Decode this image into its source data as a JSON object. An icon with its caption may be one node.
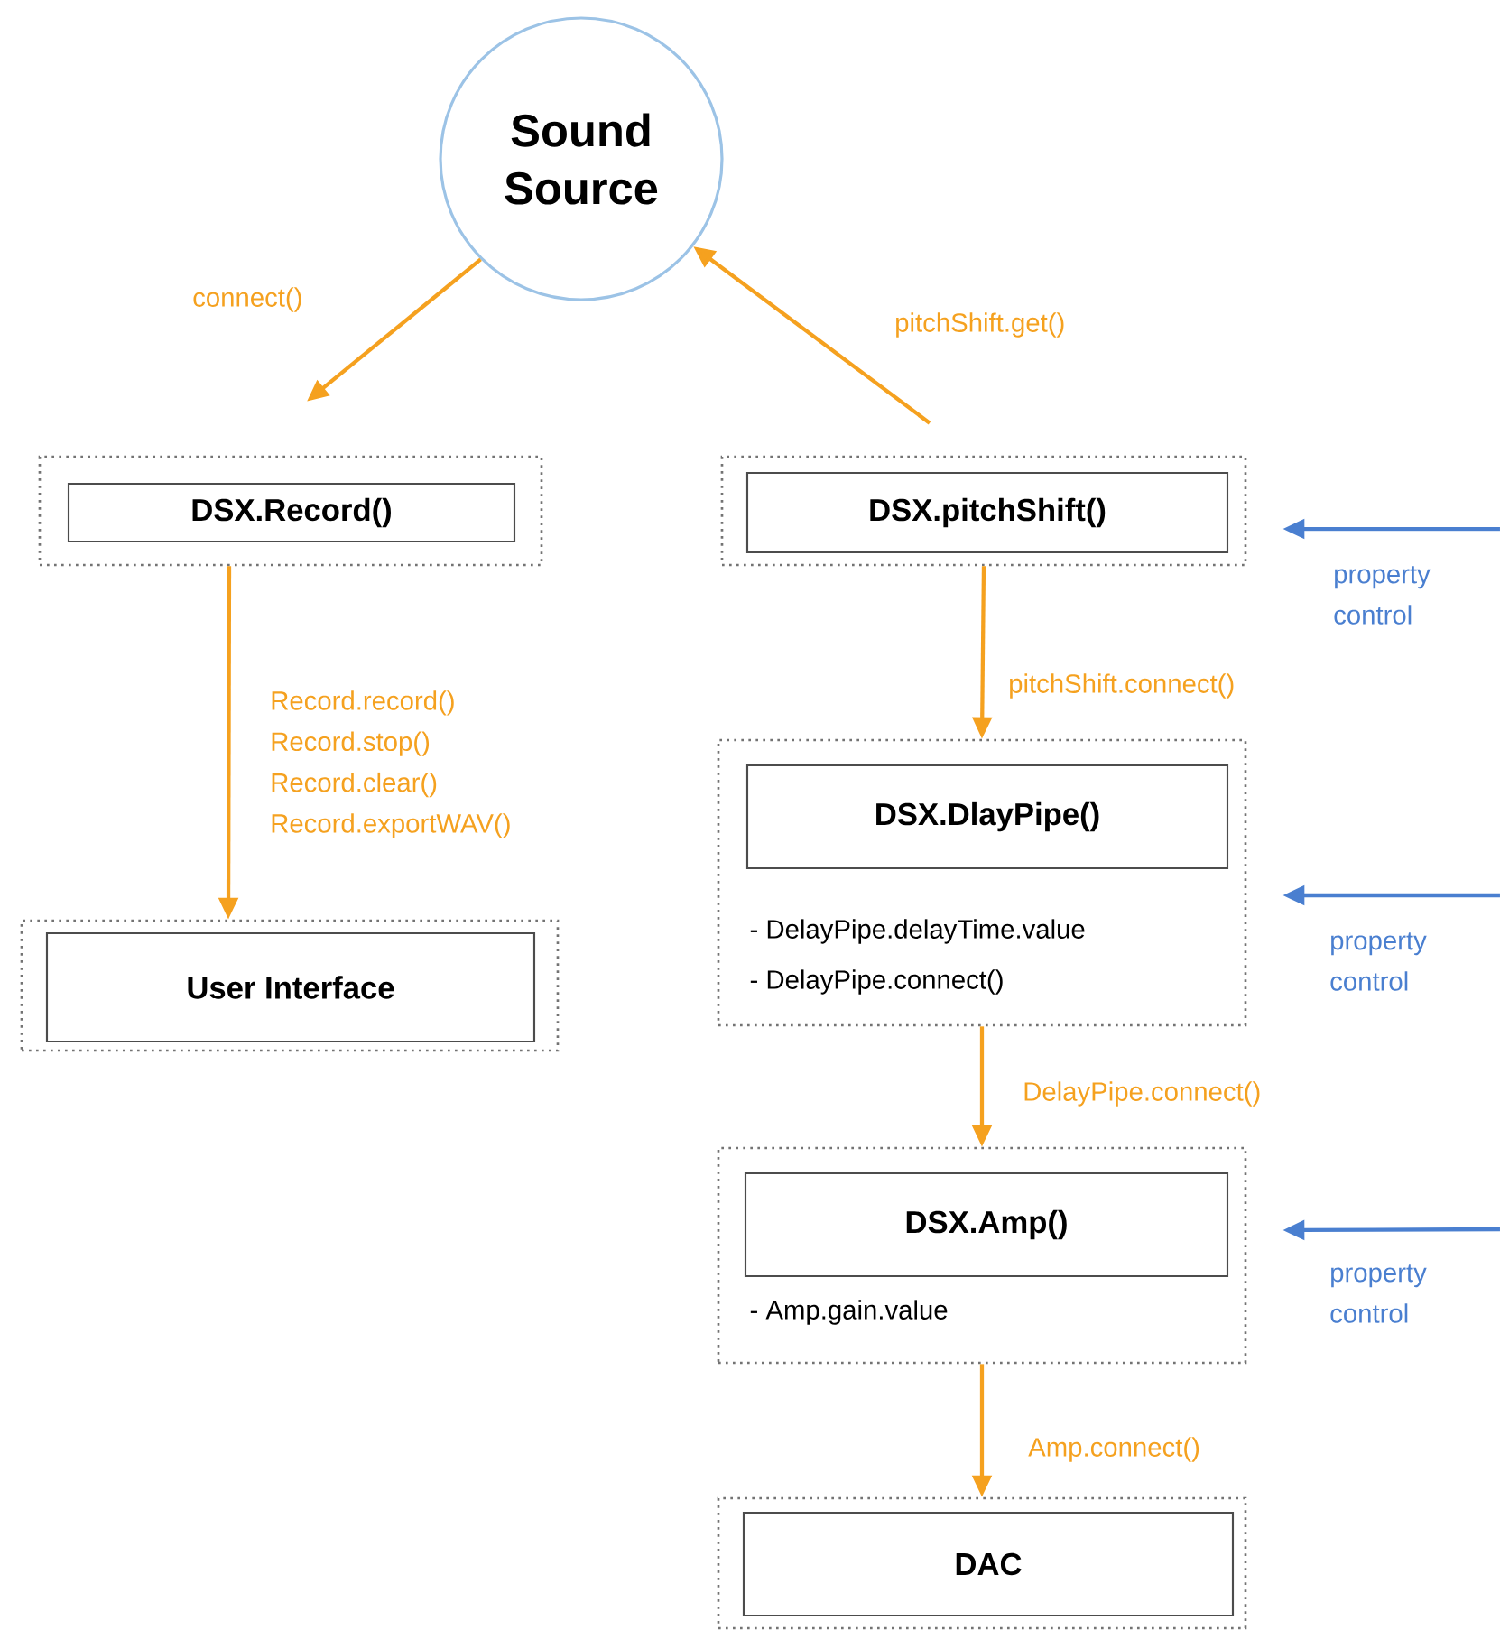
{
  "diagram": {
    "nodes": [
      {
        "text": [
          "Sound Source"
        ]
      },
      {
        "text": [],
        "shape": "box"
      },
      {
        "text": [
          "DSX.Record()"
        ],
        "in": 1
      },
      {
        "text": [],
        "shape": "box"
      },
      {
        "text": [
          "User Interface"
        ],
        "in": 3
      },
      {
        "text": [],
        "shape": "box"
      },
      {
        "text": [
          "DSX.pitchShift()"
        ],
        "in": 5
      },
      {
        "text": [
          "- DelayPipe.delayTime.value",
          "- DelayPipe.connect()"
        ]
      },
      {
        "text": [
          "DSX.DlayPipe()"
        ],
        "in": 7
      },
      {
        "text": [
          "- Amp.gain.value"
        ]
      },
      {
        "text": [
          "DSX.Amp()"
        ],
        "in": 9
      },
      {
        "text": [],
        "shape": "box"
      },
      {
        "text": [
          "DAC"
        ],
        "in": 11
      }
    ],
    "edges": [
      {
        "from": 0,
        "to": 1,
        "arrow": "to",
        "label": "connect()"
      },
      {
        "from": 5,
        "to": 0,
        "arrow": "to",
        "label": "pitchShift.get()"
      },
      {
        "from": 1,
        "to": 3,
        "arrow": "to",
        "label": "Record.record() Record.stop() Record.clear() Record.exportWAV()"
      },
      {
        "from": 5,
        "to": 7,
        "arrow": "to",
        "label": "pitchShift.connect()"
      },
      {
        "from": 7,
        "to": 9,
        "arrow": "to",
        "label": "DelayPipe.connect()"
      },
      {
        "from": 9,
        "to": 11,
        "arrow": "to",
        "label": "Amp.connect()"
      },
      {
        "from": null,
        "to": 5,
        "arrow": "to",
        "label": "property control",
        "color": "#4a7fd0"
      },
      {
        "from": null,
        "to": 7,
        "arrow": "to",
        "label": "property control",
        "color": "#4a7fd0"
      },
      {
        "from": null,
        "to": 9,
        "arrow": "to",
        "label": "property control",
        "color": "#4a7fd0"
      }
    ]
  }
}
